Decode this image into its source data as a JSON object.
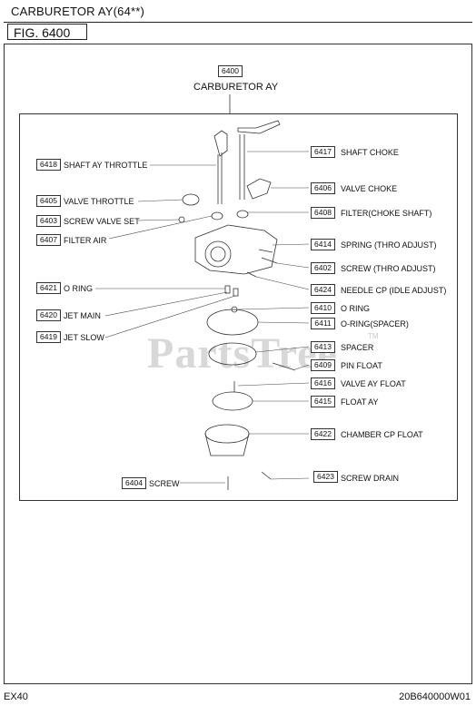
{
  "header": {
    "title": "CARBURETOR AY(64**)",
    "figure": "FIG. 6400"
  },
  "assembly": {
    "code": "6400",
    "label": "CARBURETOR AY"
  },
  "watermark": {
    "text": "PartsTree",
    "tm": "TM"
  },
  "parts_right": [
    {
      "code": "6417",
      "label": "SHAFT CHOKE"
    },
    {
      "code": "6406",
      "label": "VALVE CHOKE"
    },
    {
      "code": "6408",
      "label": "FILTER(CHOKE SHAFT)"
    },
    {
      "code": "6414",
      "label": "SPRING (THRO ADJUST)"
    },
    {
      "code": "6402",
      "label": "SCREW (THRO ADJUST)"
    },
    {
      "code": "6424",
      "label": "NEEDLE CP (IDLE ADJUST)"
    },
    {
      "code": "6410",
      "label": "O RING"
    },
    {
      "code": "6411",
      "label": "O-RING(SPACER)"
    },
    {
      "code": "6413",
      "label": "SPACER"
    },
    {
      "code": "6409",
      "label": "PIN FLOAT"
    },
    {
      "code": "6416",
      "label": "VALVE AY FLOAT"
    },
    {
      "code": "6415",
      "label": "FLOAT AY"
    },
    {
      "code": "6422",
      "label": "CHAMBER CP FLOAT"
    },
    {
      "code": "6423",
      "label": "SCREW DRAIN"
    }
  ],
  "parts_left": [
    {
      "code": "6418",
      "label": "SHAFT AY THROTTLE"
    },
    {
      "code": "6405",
      "label": "VALVE THROTTLE"
    },
    {
      "code": "6403",
      "label": "SCREW VALVE SET"
    },
    {
      "code": "6407",
      "label": "FILTER AIR"
    },
    {
      "code": "6421",
      "label": "O RING"
    },
    {
      "code": "6420",
      "label": "JET MAIN"
    },
    {
      "code": "6419",
      "label": "JET SLOW"
    },
    {
      "code": "6404",
      "label": "SCREW"
    }
  ],
  "footer": {
    "model": "EX40",
    "doc_number": "20B640000W01"
  }
}
